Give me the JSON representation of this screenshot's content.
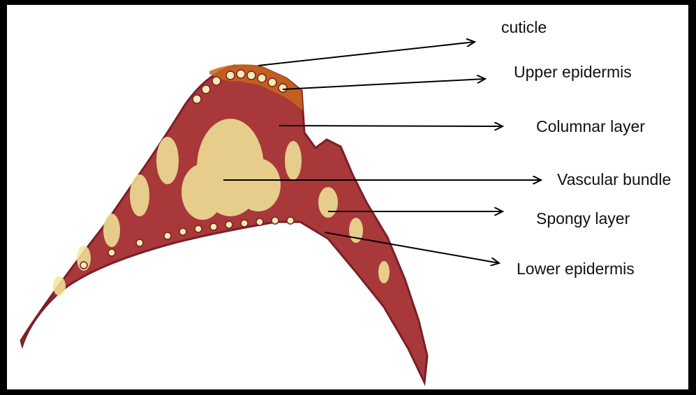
{
  "labels": {
    "cuticle": "cuticle",
    "upper_epidermis": "Upper epidermis",
    "columnar_layer": "Columnar layer",
    "vascular_bundle": "Vascular bundle",
    "spongy_layer": "Spongy layer",
    "lower_epidermis": "Lower epidermis"
  },
  "colors": {
    "tissue": "#a8383a",
    "tissue_dark": "#7a1f28",
    "cells": "#f1e79a",
    "cuticle": "#c8661c"
  }
}
